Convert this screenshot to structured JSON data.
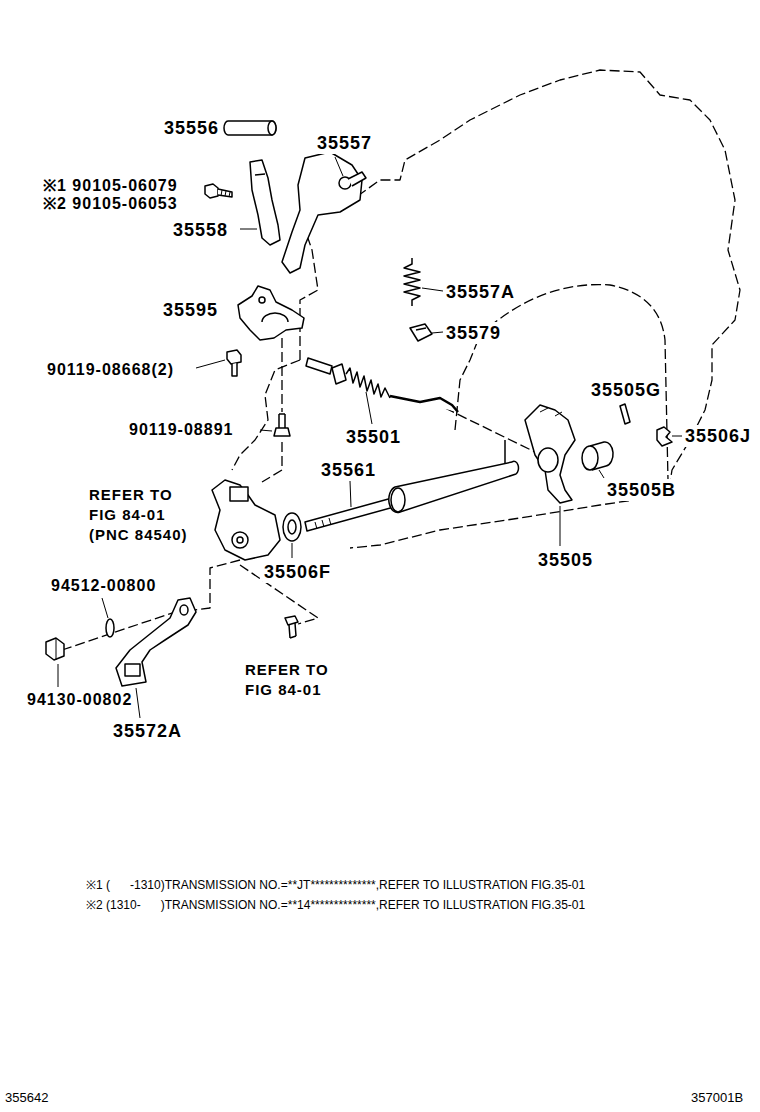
{
  "diagram": {
    "labels": [
      "35556",
      "35557",
      "※1 90105-06079",
      "※2 90105-06053",
      "35558",
      "35557A",
      "35579",
      "35595",
      "90119-08668(2)",
      "35505G",
      "90119-08891",
      "35501",
      "35506J",
      "35561",
      "REFER TO FIG 84-01 (PNC 84540)",
      "35505B",
      "35506F",
      "35505",
      "94512-00800",
      "REFER TO FIG 84-01",
      "94130-00802",
      "35572A",
      "※1 (      -1310)TRANSMISSION NO.=**JT**************,REFER TO ILLUSTRATION FIG.35-01",
      "※2 (1310-      )TRANSMISSION NO.=**14**************,REFER TO ILLUSTRATION FIG.35-01",
      "355642",
      "357001B"
    ]
  }
}
